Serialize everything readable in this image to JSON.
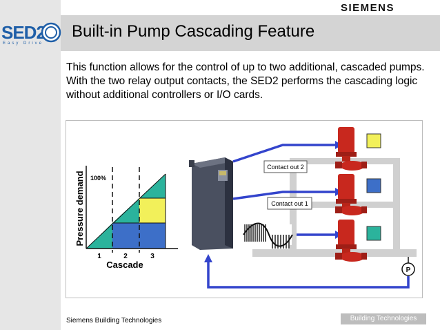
{
  "brand": "SIEMENS",
  "logo": {
    "text": "SED2",
    "tagline": "Easy Drive"
  },
  "title": "Built-in Pump Cascading Feature",
  "intro": "This function allows for the control of up to two additional, cascaded pumps. With the two relay output contacts, the SED2 performs the cascading logic without additional controllers or I/O cards.",
  "diagram": {
    "y_axis_label": "Pressure demand",
    "percent_label": "100%",
    "x_axis_label": "Cascade",
    "x_ticks": [
      "1",
      "2",
      "3"
    ],
    "contact_out_2": "Contact out 2",
    "contact_out_1": "Contact out 1",
    "sensor": "P"
  },
  "colors": {
    "teal": "#2bb39c",
    "blue": "#3d6fc8",
    "yellow": "#f2f05a",
    "pipe": "#d0d0d0",
    "signal": "#3344cc",
    "pump_red": "#c8281e"
  },
  "footer": {
    "left": "Siemens Building Technologies",
    "right": "Building Technologies"
  }
}
